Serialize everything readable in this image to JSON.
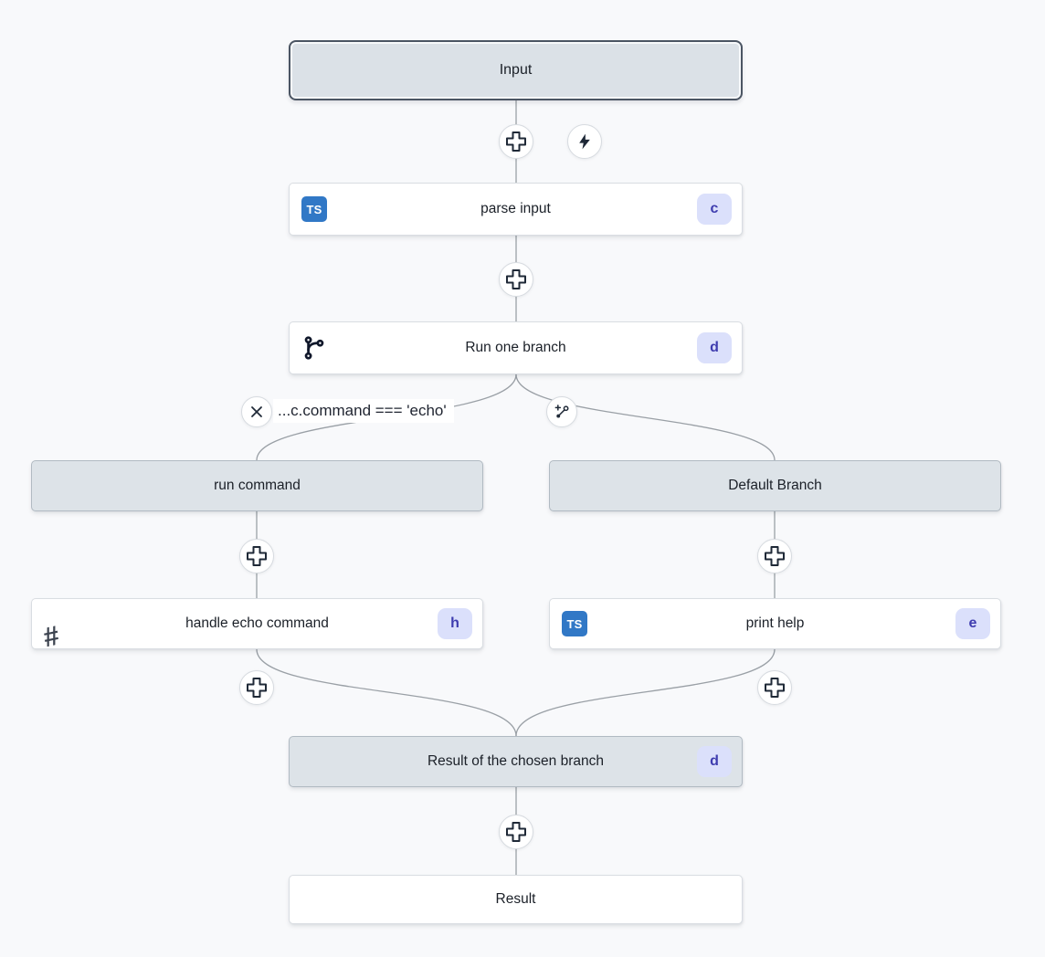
{
  "canvas": {
    "background": "#f8f9fb"
  },
  "colors": {
    "ts_blue": "#3178c6",
    "badge_bg": "#dbe0fb",
    "badge_text": "#3e3caf",
    "header_node_bg": "#dde3e8",
    "selected_border": "#4b5563",
    "edge_line": "#9aa0a6"
  },
  "nodes": {
    "input": {
      "label": "Input"
    },
    "parse_input": {
      "label": "parse input",
      "badge": "c",
      "icon": "typescript",
      "icon_text": "TS"
    },
    "run_one_branch": {
      "label": "Run one branch",
      "badge": "d",
      "icon": "git-branch"
    },
    "run_command": {
      "label": "run command"
    },
    "default_branch": {
      "label": "Default Branch"
    },
    "handle_echo_command": {
      "label": "handle echo command",
      "badge": "h",
      "icon": "hash",
      "icon_text": "#"
    },
    "print_help": {
      "label": "print help",
      "badge": "e",
      "icon": "typescript",
      "icon_text": "TS"
    },
    "branch_result": {
      "label": "Result of the chosen branch",
      "badge": "d"
    },
    "result": {
      "label": "Result"
    }
  },
  "condition": {
    "text": "...c.command === 'echo'"
  }
}
